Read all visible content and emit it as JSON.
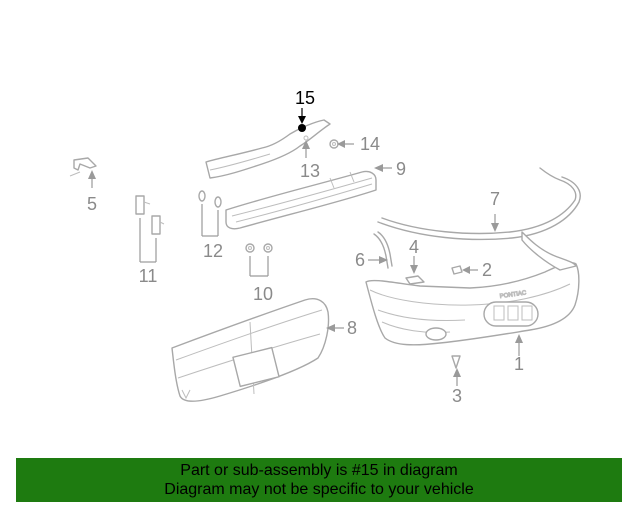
{
  "diagram": {
    "callouts": [
      "1",
      "2",
      "3",
      "4",
      "5",
      "6",
      "7",
      "8",
      "9",
      "10",
      "11",
      "12",
      "13",
      "14",
      "15"
    ],
    "highlighted_callout": "15",
    "embossed_text": "PONTIAC"
  },
  "banner": {
    "line1": "Part or sub-assembly is #15 in diagram",
    "line2": "Diagram may not be specific to your vehicle",
    "background_color": "#1e7b10"
  }
}
